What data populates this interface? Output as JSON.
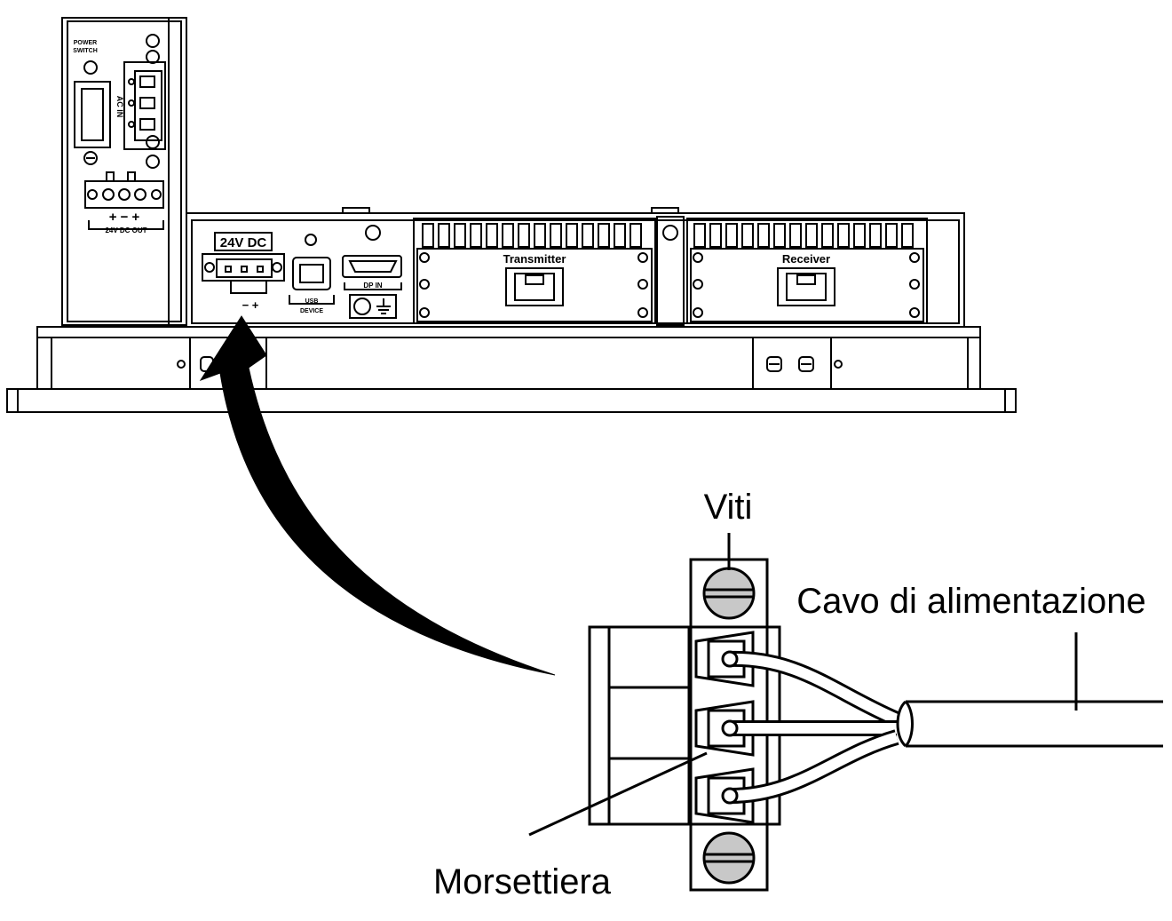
{
  "device_labels": {
    "power_switch_line1": "POWER",
    "power_switch_line2": "SWITCH",
    "ac_in": "AC IN",
    "dc_out_polarity": "+ − +",
    "dc_out": "24V DC OUT",
    "dc_in": "24V DC",
    "dc_in_polarity": "− +",
    "usb_line1": "USB",
    "usb_line2": "DEVICE",
    "dp_in": "DP IN",
    "transmitter": "Transmitter",
    "receiver": "Receiver"
  },
  "callouts": {
    "screws": "Viti",
    "power_cable": "Cavo di alimentazione",
    "terminal_block": "Morsettiera"
  },
  "colors": {
    "line": "#000000",
    "screw_fill": "#c8c8c8",
    "background": "#ffffff"
  }
}
